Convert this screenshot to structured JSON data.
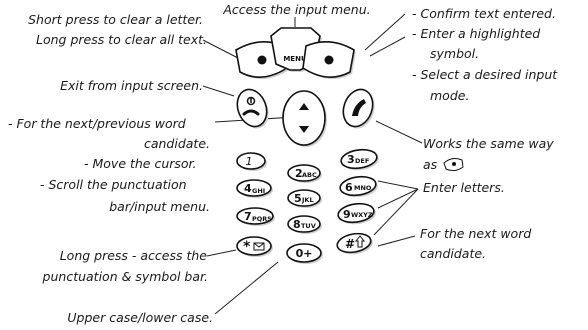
{
  "callouts": {
    "top_left_1": "Short press to clear a letter.",
    "top_left_2": "Long press to clear all text.",
    "top_center": "Access the input menu.",
    "right_1": "-  Confirm text entered.",
    "right_2a": "-  Enter a highlighted",
    "right_2b": "symbol.",
    "right_3a": "-  Select a desired input",
    "right_3b": "mode.",
    "exit": "Exit from input screen.",
    "word_1a": "-  For the next/previous word",
    "word_1b": "candidate.",
    "word_2": "-  Move the cursor.",
    "word_3a": "-  Scroll the punctuation",
    "word_3b": "bar/input menu.",
    "works_1": "Works the same way",
    "works_2": "as",
    "enter_letters": "Enter letters.",
    "long_press_1": "Long press - access the",
    "long_press_2": "punctuation & symbol bar.",
    "next_word_1": "For the next word",
    "next_word_2": "candidate.",
    "upper_lower": "Upper case/lower case."
  },
  "keys": {
    "menu": "MENU",
    "k1": "1",
    "k2": "2",
    "k2_sub": "ABC",
    "k3": "3",
    "k3_sub": "DEF",
    "k4": "4",
    "k4_sub": "GHI",
    "k5": "5",
    "k5_sub": "JKL",
    "k6": "6",
    "k6_sub": "MNO",
    "k7": "7",
    "k7_sub": "PQRS",
    "k8": "8",
    "k8_sub": "TUV",
    "k9": "9",
    "k9_sub": "WXYZ",
    "kstar": "*",
    "k0": "0+",
    "khash": "#"
  },
  "icons": [
    "soft-key-dot-icon",
    "end-call-icon",
    "call-icon",
    "nav-up-arrow-icon",
    "nav-down-arrow-icon",
    "envelope-icon",
    "shift-arrow-icon"
  ],
  "colors": {
    "line": "#222222",
    "key_fill": "#ffffff",
    "key_stroke": "#111111",
    "shadow": "#cfcfcf"
  }
}
